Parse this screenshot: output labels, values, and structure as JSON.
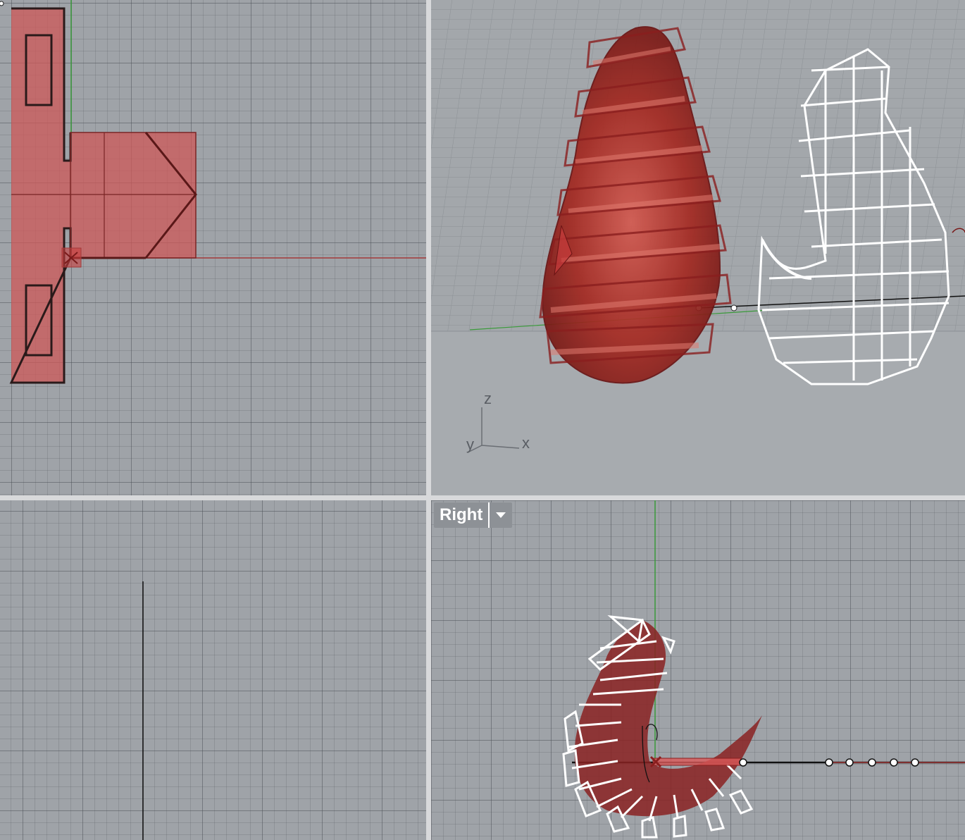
{
  "viewports": {
    "top": {
      "name": ""
    },
    "perspective": {
      "name": "",
      "axis_labels": {
        "z": "z",
        "y": "y",
        "x": "x"
      }
    },
    "front": {
      "name": ""
    },
    "right": {
      "name": "Right",
      "menu_icon": "chevron-down-icon"
    }
  },
  "colors": {
    "viewport_bg": "#9fa3a8",
    "selected_red": "#c0392b",
    "wire_white": "#ffffff",
    "x_axis": "#a33a3a",
    "y_axis": "#3a9a3a"
  }
}
